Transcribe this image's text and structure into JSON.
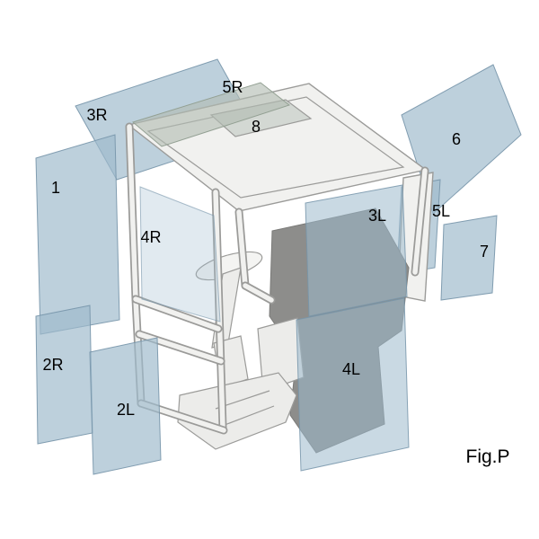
{
  "figure": {
    "caption": "Fig.P"
  },
  "parts": {
    "p1": "1",
    "p2r": "2R",
    "p2l": "2L",
    "p3r": "3R",
    "p3l": "3L",
    "p4r": "4R",
    "p4l": "4L",
    "p5r": "5R",
    "p5l": "5L",
    "p6": "6",
    "p7": "7",
    "p8": "8"
  },
  "colors": {
    "background": "#ffffff",
    "glass_blue": "#9db9cc",
    "glass_edge": "#7795aa",
    "glass_gray": "#b2bcb2",
    "frame_stroke": "#9b9b99",
    "frame_fill": "#f1f1ef",
    "interior_dark": "#8d8d8b",
    "label_text": "#000000"
  }
}
